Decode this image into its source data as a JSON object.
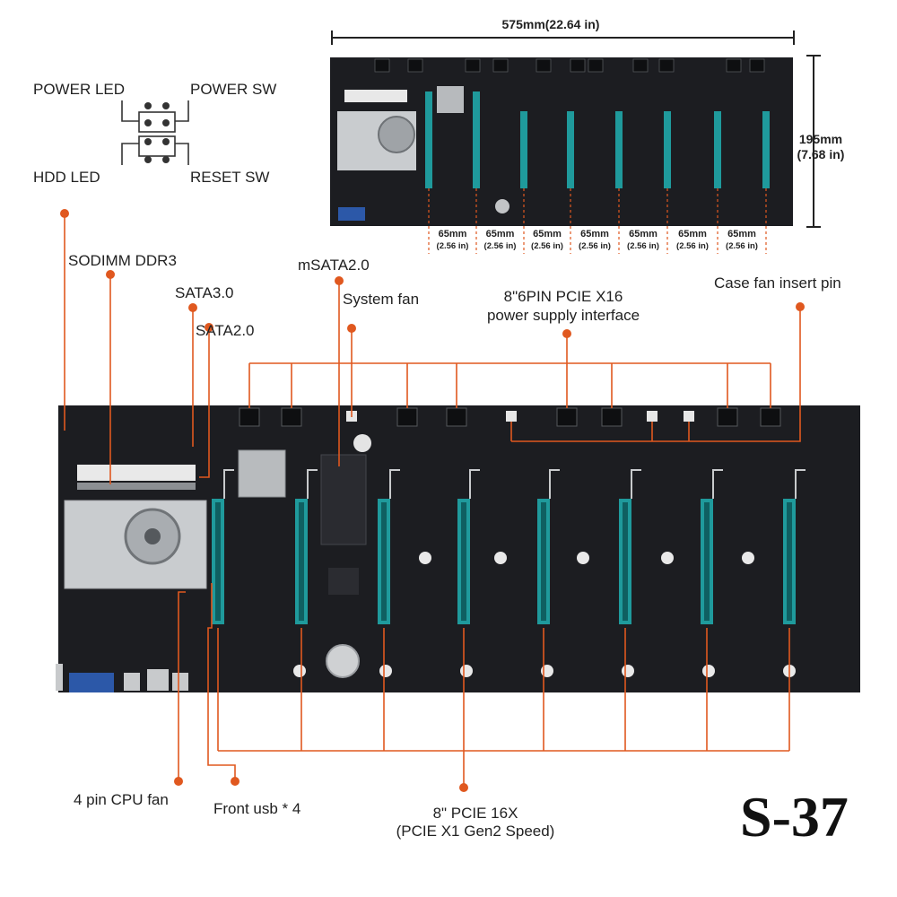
{
  "model_label": "S-37",
  "header_pins": {
    "power_led": "POWER LED",
    "power_sw": "POWER SW",
    "hdd_led": "HDD  LED",
    "reset_sw": "RESET SW"
  },
  "top_view": {
    "width_label": "575mm(22.64 in)",
    "height_mm": "195mm",
    "height_in": "(7.68 in)",
    "slot_spacing_mm": "65mm",
    "slot_spacing_in": "(2.56 in)",
    "spacing_count": 7
  },
  "callouts": {
    "sodimm": "SODIMM DDR3",
    "sata3": "SATA3.0",
    "sata2": "SATA2.0",
    "msata": "mSATA2.0",
    "system_fan": "System fan",
    "pcie_power_line1": "8\"6PIN PCIE X16",
    "pcie_power_line2": "power supply interface",
    "case_fan": "Case fan insert pin",
    "cpu_fan": "4 pin CPU fan",
    "front_usb": "Front usb * 4",
    "pcie_slots_line1": "8\" PCIE 16X",
    "pcie_slots_line2": "(PCIE X1 Gen2 Speed)"
  },
  "colors": {
    "pcb": "#1c1d21",
    "pcie_slot": "#1f9a9c",
    "callout_line": "#e0581f",
    "heatsink": "#c9cccf"
  }
}
